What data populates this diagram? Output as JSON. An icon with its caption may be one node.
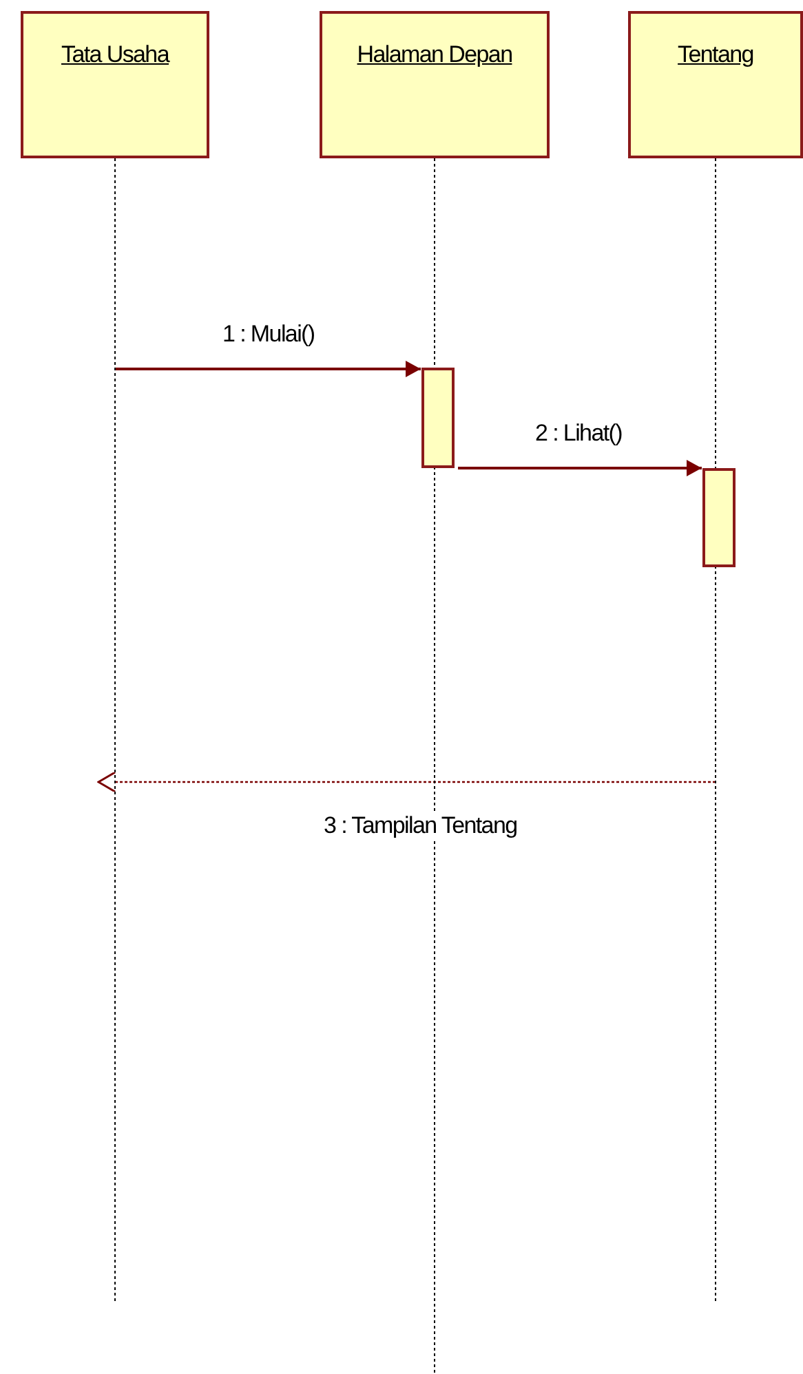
{
  "diagram": {
    "nodes": [
      {
        "text": [
          "Tata Usaha"
        ]
      },
      {
        "text": [
          "Halaman Depan"
        ]
      },
      {
        "text": [
          "Tentang"
        ]
      },
      {
        "text": [],
        "shape": "bar",
        "in": 1
      },
      {
        "text": [],
        "shape": "bar",
        "in": 2
      }
    ],
    "edges": [
      {
        "from": 0,
        "to": 3,
        "arrow": "to",
        "label": "1 : Mulai()"
      },
      {
        "from": 3,
        "to": 4,
        "arrow": "to",
        "label": "2 : Lihat()"
      },
      {
        "from": 2,
        "to": 0,
        "arrow": "to",
        "label": "3 : Tampilan Tentang",
        "style": "dashed"
      }
    ]
  }
}
